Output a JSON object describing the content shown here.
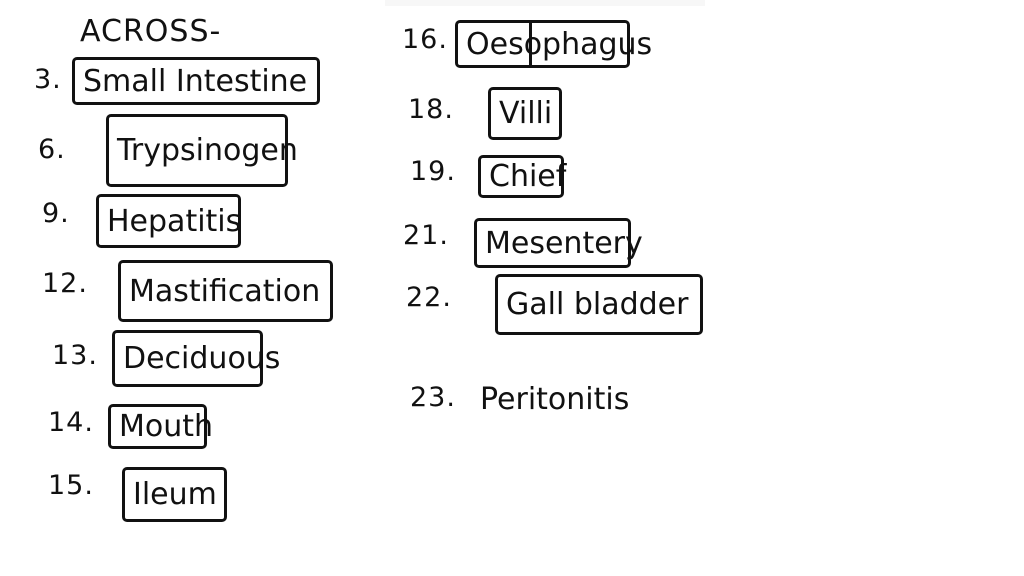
{
  "section_heading": "ACROSS-",
  "answers": [
    {
      "number": "3.",
      "word": "Small Intestine",
      "boxed": true
    },
    {
      "number": "6.",
      "word": "Trypsinogen",
      "boxed": true
    },
    {
      "number": "9.",
      "word": "Hepatitis",
      "boxed": true
    },
    {
      "number": "12.",
      "word": "Mastification",
      "boxed": true
    },
    {
      "number": "13.",
      "word": "Deciduous",
      "boxed": true
    },
    {
      "number": "14.",
      "word": "Mouth",
      "boxed": true
    },
    {
      "number": "15.",
      "word": "Ileum",
      "boxed": true
    },
    {
      "number": "16.",
      "word": "Oesophagus",
      "boxed": true
    },
    {
      "number": "18.",
      "word": "Villi",
      "boxed": true
    },
    {
      "number": "19.",
      "word": "Chief",
      "boxed": true
    },
    {
      "number": "21.",
      "word": "Mesentery",
      "boxed": true
    },
    {
      "number": "22.",
      "word": "Gall bladder",
      "boxed": true
    },
    {
      "number": "23.",
      "word": "Peritonitis",
      "boxed": false
    }
  ],
  "colors": {
    "ink": "#111111",
    "background": "#ffffff"
  }
}
